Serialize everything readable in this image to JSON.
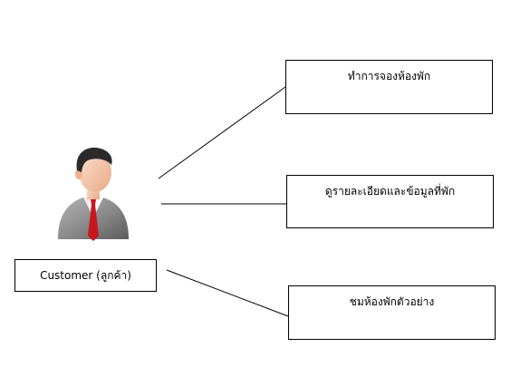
{
  "actor": {
    "label": "Customer (ลูกค้า)",
    "icon": "person-icon"
  },
  "use_cases": [
    {
      "label": "ทำการจองห้องพัก"
    },
    {
      "label": "ดูรายละเอียดและข้อมูลที่พัก"
    },
    {
      "label": "ชมห้องพักตัวอย่าง"
    }
  ],
  "colors": {
    "line": "#000000",
    "box_border": "#000000",
    "tie": "#c8161d",
    "skin": "#f3c6a8",
    "hair": "#2a2a2a",
    "suit": "#8a8a8a"
  }
}
